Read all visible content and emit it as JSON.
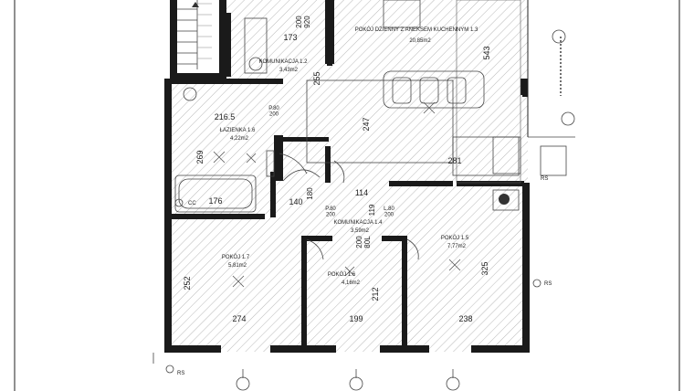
{
  "rooms": {
    "living": {
      "name": "POKÓJ DZIENNY Z ANEKSEM KUCHENNYM 1.3",
      "area": "20,85m2"
    },
    "corridor_top": {
      "name": "KOMUNIKACJA 1.2",
      "area": "3,43m2"
    },
    "bath": {
      "name": "ŁAZIENKA 1.6",
      "area": "4,22m2"
    },
    "corridor_mid": {
      "name": "KOMUNIKACJA 1.4",
      "area": "3,59m2"
    },
    "room15": {
      "name": "POKÓJ 1.5",
      "area": "7,77m2"
    },
    "room16": {
      "name": "POKÓJ 1.6",
      "area": "4,16m2"
    },
    "room17": {
      "name": "POKÓJ 1.7",
      "area": "5,81m2"
    }
  },
  "dimensions": {
    "d173": "173",
    "d200_920": "200\n920",
    "d543": "543",
    "d255": "255",
    "d2165": "216.5",
    "p80_200": "P.80\n200",
    "d247": "247",
    "d269": "269",
    "d281": "281",
    "d176": "176",
    "d140": "140",
    "d180": "180",
    "d114": "114",
    "d119": "119",
    "p80_200b": "P.80\n200",
    "l80_200": "L.80\n200",
    "d200_80": "200\n80L",
    "d252": "252",
    "d325": "325",
    "d212": "212",
    "d274": "274",
    "d199": "199",
    "d238": "238"
  },
  "marks": {
    "cc": "CC",
    "rs1": "RS",
    "rs2": "RS",
    "rs3": "RS"
  }
}
